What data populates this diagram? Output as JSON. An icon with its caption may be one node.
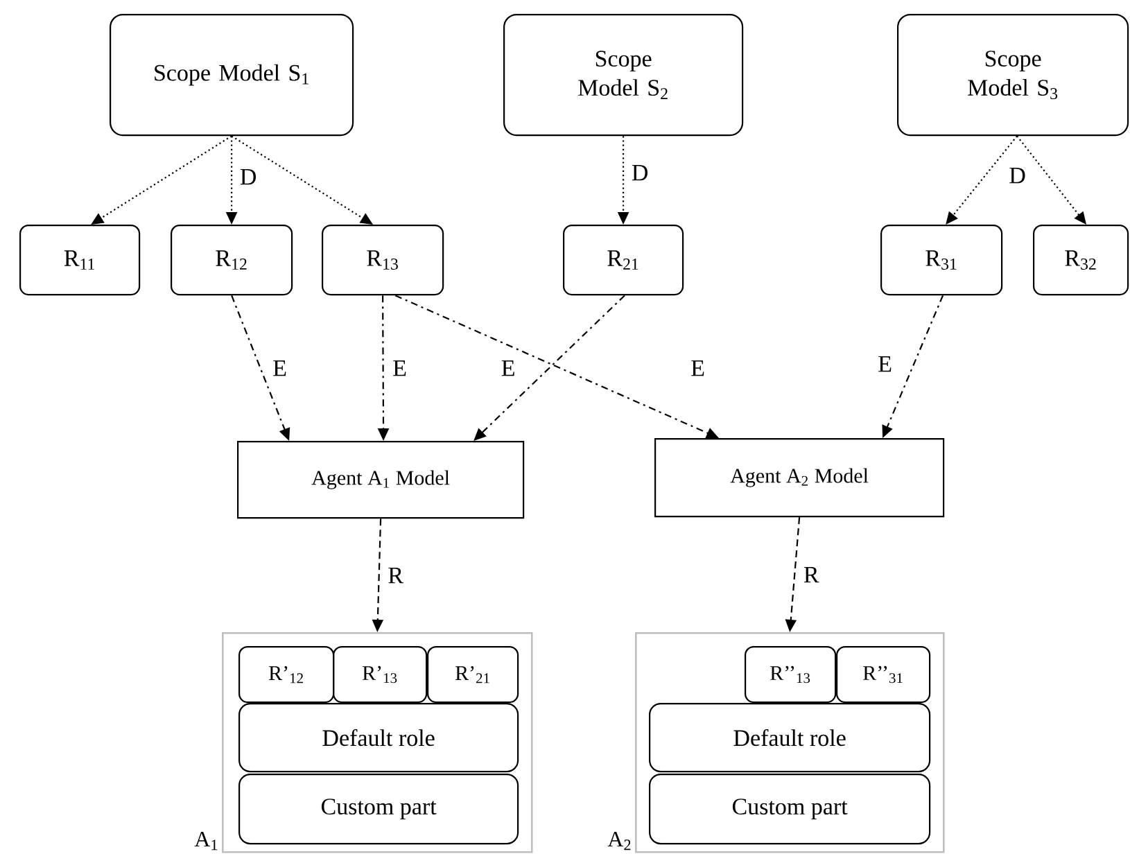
{
  "diagram": {
    "nodes": [
      {
        "text": [
          "Scope Model S$_{1}$"
        ]
      },
      {
        "text": [
          "Scope Model S$_{2}$"
        ]
      },
      {
        "text": [
          "Scope Model S$_{3}$"
        ]
      },
      {
        "text": [
          "R$_{11}$"
        ]
      },
      {
        "text": [
          "R$_{12}$"
        ]
      },
      {
        "text": [
          "R$_{13}$"
        ]
      },
      {
        "text": [
          "R$_{21}$"
        ]
      },
      {
        "text": [
          "R$_{31}$"
        ]
      },
      {
        "text": [
          "R$_{32}$"
        ]
      },
      {
        "text": [
          "Agent A$_{1}$ Model"
        ]
      },
      {
        "text": [
          "Agent A$_{2}$ Model"
        ]
      },
      {
        "text": [
          "A$_{1}$"
        ]
      },
      {
        "text": [
          "R’$_{12}$"
        ],
        "in": 11
      },
      {
        "text": [
          "R’$_{13}$"
        ],
        "in": 11
      },
      {
        "text": [
          "R’$_{21}$"
        ],
        "in": 11
      },
      {
        "text": [
          "Default role"
        ],
        "in": 11
      },
      {
        "text": [
          "Custom part"
        ],
        "in": 11
      },
      {
        "text": [
          "A$_{2}$"
        ]
      },
      {
        "text": [
          "R’’$_{13}$"
        ],
        "in": 17
      },
      {
        "text": [
          "R’’$_{31}$"
        ],
        "in": 17
      },
      {
        "text": [
          "Default role"
        ],
        "in": 17
      },
      {
        "text": [
          "Custom part"
        ],
        "in": 17
      }
    ],
    "edges": [
      {
        "from": 0,
        "to": 3,
        "arrow": "to"
      },
      {
        "from": 0,
        "to": 4,
        "arrow": "to",
        "label": "D"
      },
      {
        "from": 0,
        "to": 5,
        "arrow": "to"
      },
      {
        "from": 1,
        "to": 6,
        "arrow": "to",
        "label": "D"
      },
      {
        "from": 2,
        "to": 7,
        "arrow": "to",
        "label": "D"
      },
      {
        "from": 2,
        "to": 8,
        "arrow": "to"
      },
      {
        "from": 4,
        "to": 9,
        "arrow": "to",
        "style": "dashed",
        "label": "E"
      },
      {
        "from": 5,
        "to": 9,
        "arrow": "to",
        "style": "dashed",
        "label": "E"
      },
      {
        "from": 6,
        "to": 9,
        "arrow": "to",
        "style": "dashed",
        "label": "E"
      },
      {
        "from": 5,
        "to": 10,
        "arrow": "to",
        "style": "dashed",
        "label": "E"
      },
      {
        "from": 7,
        "to": 10,
        "arrow": "to",
        "style": "dashed",
        "label": "E"
      },
      {
        "from": 9,
        "to": 11,
        "arrow": "to",
        "style": "dashed",
        "label": "R"
      },
      {
        "from": 10,
        "to": 17,
        "arrow": "to",
        "style": "dashed",
        "label": "R"
      }
    ]
  }
}
